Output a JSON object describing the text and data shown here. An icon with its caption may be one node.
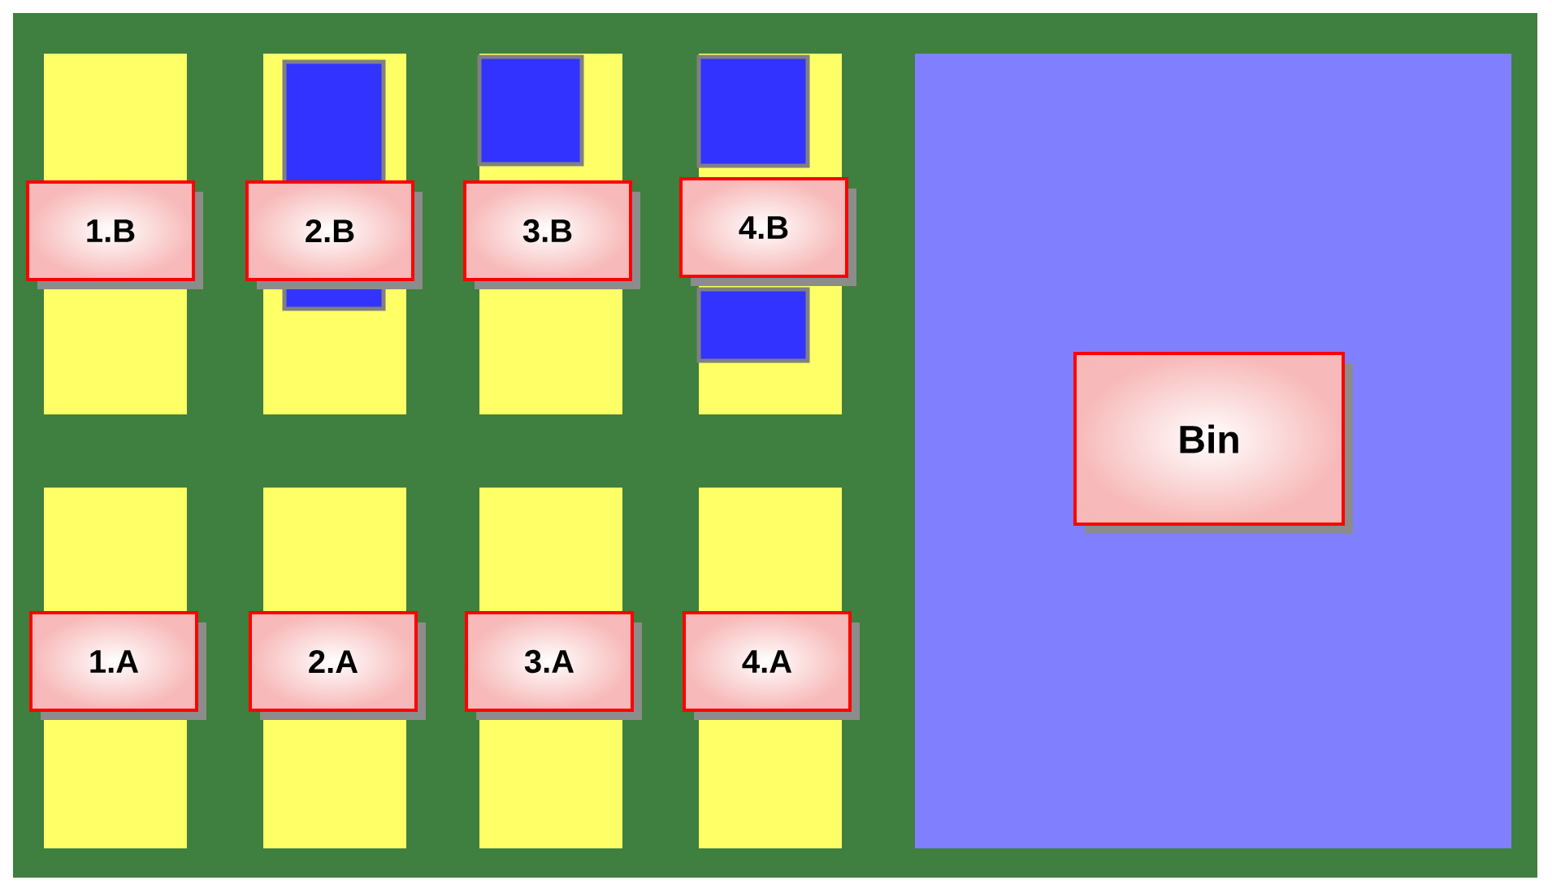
{
  "diagram": {
    "nodes": [
      {
        "text": [
          "1.B"
        ]
      },
      {
        "text": [
          "2.B"
        ]
      },
      {
        "text": [
          "3.B"
        ]
      },
      {
        "text": [
          "4.B"
        ]
      },
      {
        "text": [
          "Bin"
        ]
      },
      {
        "text": [
          "1.A"
        ]
      },
      {
        "text": [
          "2.A"
        ]
      },
      {
        "text": [
          "3.A"
        ]
      },
      {
        "text": [
          "4.A"
        ]
      },
      {
        "text": [],
        "shape": "box"
      },
      {
        "text": [],
        "shape": "box"
      },
      {
        "text": [],
        "shape": "box"
      },
      {
        "text": [],
        "shape": "box"
      }
    ]
  }
}
